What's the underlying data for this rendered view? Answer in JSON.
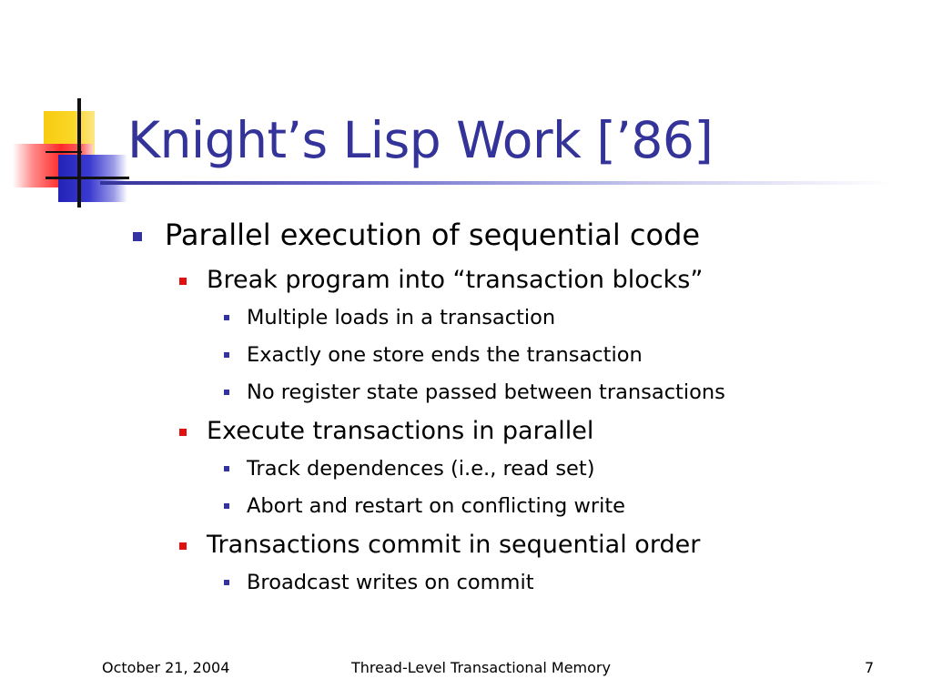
{
  "slide": {
    "title": "Knight’s Lisp Work [’86]",
    "bullets": [
      {
        "level": 1,
        "text": "Parallel execution of sequential code"
      },
      {
        "level": 2,
        "text": "Break program into “transaction blocks”"
      },
      {
        "level": 3,
        "text": "Multiple loads in a transaction"
      },
      {
        "level": 3,
        "text": "Exactly one store ends the transaction"
      },
      {
        "level": 3,
        "text": "No register state passed between transactions"
      },
      {
        "level": 2,
        "text": "Execute transactions in parallel"
      },
      {
        "level": 3,
        "text": "Track dependences (i.e., read set)"
      },
      {
        "level": 3,
        "text": "Abort and restart on conflicting write"
      },
      {
        "level": 2,
        "text": "Transactions commit in sequential order"
      },
      {
        "level": 3,
        "text": "Broadcast writes on commit"
      }
    ]
  },
  "footer": {
    "date": "October 21, 2004",
    "center": "Thread-Level Transactional Memory",
    "page": "7"
  },
  "colors": {
    "title": "#333399",
    "bullet_level1": "#3333a0",
    "bullet_level2": "#e01010",
    "bullet_level3": "#3333a0"
  },
  "icons": {
    "logo": "colored-blocks-logo-icon",
    "bullet": "square-bullet-icon"
  }
}
